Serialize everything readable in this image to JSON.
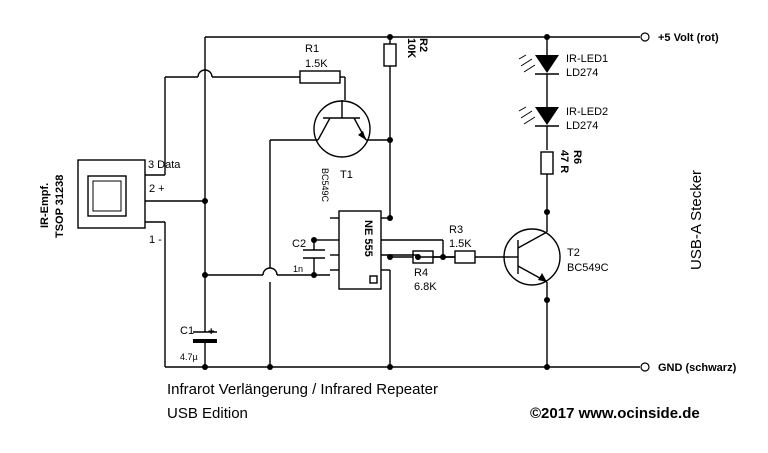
{
  "rails": {
    "vcc": "+5 Volt (rot)",
    "gnd": "GND (schwarz)"
  },
  "receiver": {
    "type": "IR-Empf.",
    "part": "TSOP 31238",
    "pin3": "3 Data",
    "pin2": "2 +",
    "pin1": "1 -"
  },
  "r1": {
    "name": "R1",
    "value": "1.5K"
  },
  "r2": {
    "name": "R2",
    "value": "10K"
  },
  "r3": {
    "name": "R3",
    "value": "1.5K"
  },
  "r4": {
    "name": "R4",
    "value": "6.8K"
  },
  "r6": {
    "name": "R6",
    "value": "47 R"
  },
  "t1": {
    "name": "T1",
    "part": "BC549C"
  },
  "t2": {
    "name": "T2",
    "part": "BC549C"
  },
  "c1": {
    "name": "C1",
    "value": "4.7µ",
    "polarity": "+"
  },
  "c2": {
    "name": "C2",
    "value": "1n"
  },
  "ic": {
    "name": "NE 555"
  },
  "led1": {
    "name": "IR-LED1",
    "part": "LD274"
  },
  "led2": {
    "name": "IR-LED2",
    "part": "LD274"
  },
  "connector": "USB-A Stecker",
  "footer": {
    "title": "Infrarot Verlängerung / Infrared Repeater",
    "edition": "USB Edition",
    "copyright": "©2017 www.ocinside.de"
  }
}
